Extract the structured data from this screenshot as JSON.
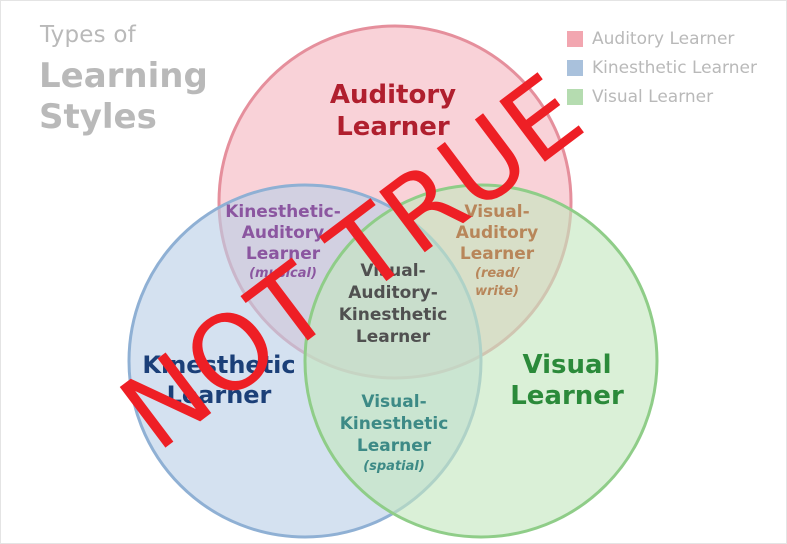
{
  "title": {
    "line1": "Types of",
    "line2": "Learning",
    "line3": "Styles"
  },
  "legend": [
    {
      "label": "Auditory Learner",
      "color": "#f2a6b0"
    },
    {
      "label": "Kinesthetic Learner",
      "color": "#a9c1dc"
    },
    {
      "label": "Visual Learner",
      "color": "#b5dcb0"
    }
  ],
  "sets": {
    "auditory": {
      "line1": "Auditory",
      "line2": "Learner",
      "fill": "#f5b7c0",
      "stroke": "#e58f9c",
      "text": "#b01f2e"
    },
    "kinesthetic": {
      "line1": "Kinesthetic",
      "line2": "Learner",
      "fill": "#b9cfe6",
      "stroke": "#8fb0d4",
      "text": "#1b3f78"
    },
    "visual": {
      "line1": "Visual",
      "line2": "Learner",
      "fill": "#c4e6bf",
      "stroke": "#8fcd88",
      "text": "#2b8a3a"
    }
  },
  "overlaps": {
    "kinesthetic_auditory": {
      "line1": "Kinesthetic-",
      "line2": "Auditory",
      "line3": "Learner",
      "note": "(musical)",
      "text": "#8b56a0"
    },
    "visual_auditory": {
      "line1": "Visual-",
      "line2": "Auditory",
      "line3": "Learner",
      "note": "(read/",
      "note2": "write)",
      "text": "#b8865a"
    },
    "visual_kinesthetic": {
      "line1": "Visual-",
      "line2": "Kinesthetic",
      "line3": "Learner",
      "note": "(spatial)",
      "text": "#3d8a86"
    },
    "all": {
      "line1": "Visual-",
      "line2": "Auditory-",
      "line3": "Kinesthetic",
      "line4": "Learner",
      "text": "#505050"
    }
  },
  "stamp": {
    "text": "NOT TRUE",
    "color": "#ee1f25"
  }
}
